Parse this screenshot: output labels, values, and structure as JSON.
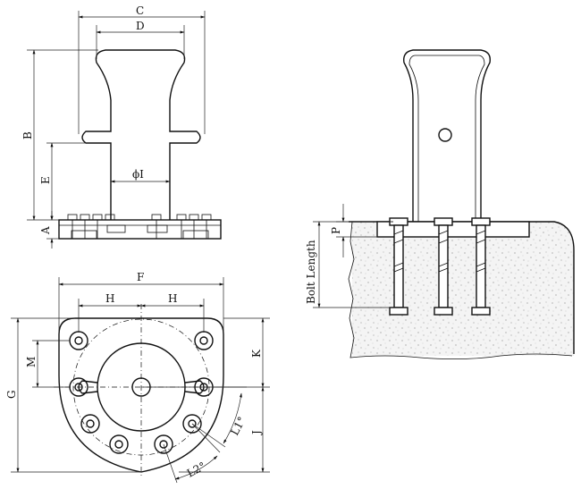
{
  "labels": {
    "C": "C",
    "D": "D",
    "B": "B",
    "E": "E",
    "A": "A",
    "phiI": "ϕI",
    "F": "F",
    "H_left": "H",
    "H_right": "H",
    "G": "G",
    "M": "M",
    "K": "K",
    "J": "J",
    "L1": "L1°",
    "L2": "L2°",
    "P": "P",
    "bolt_length": "Bolt Length"
  }
}
